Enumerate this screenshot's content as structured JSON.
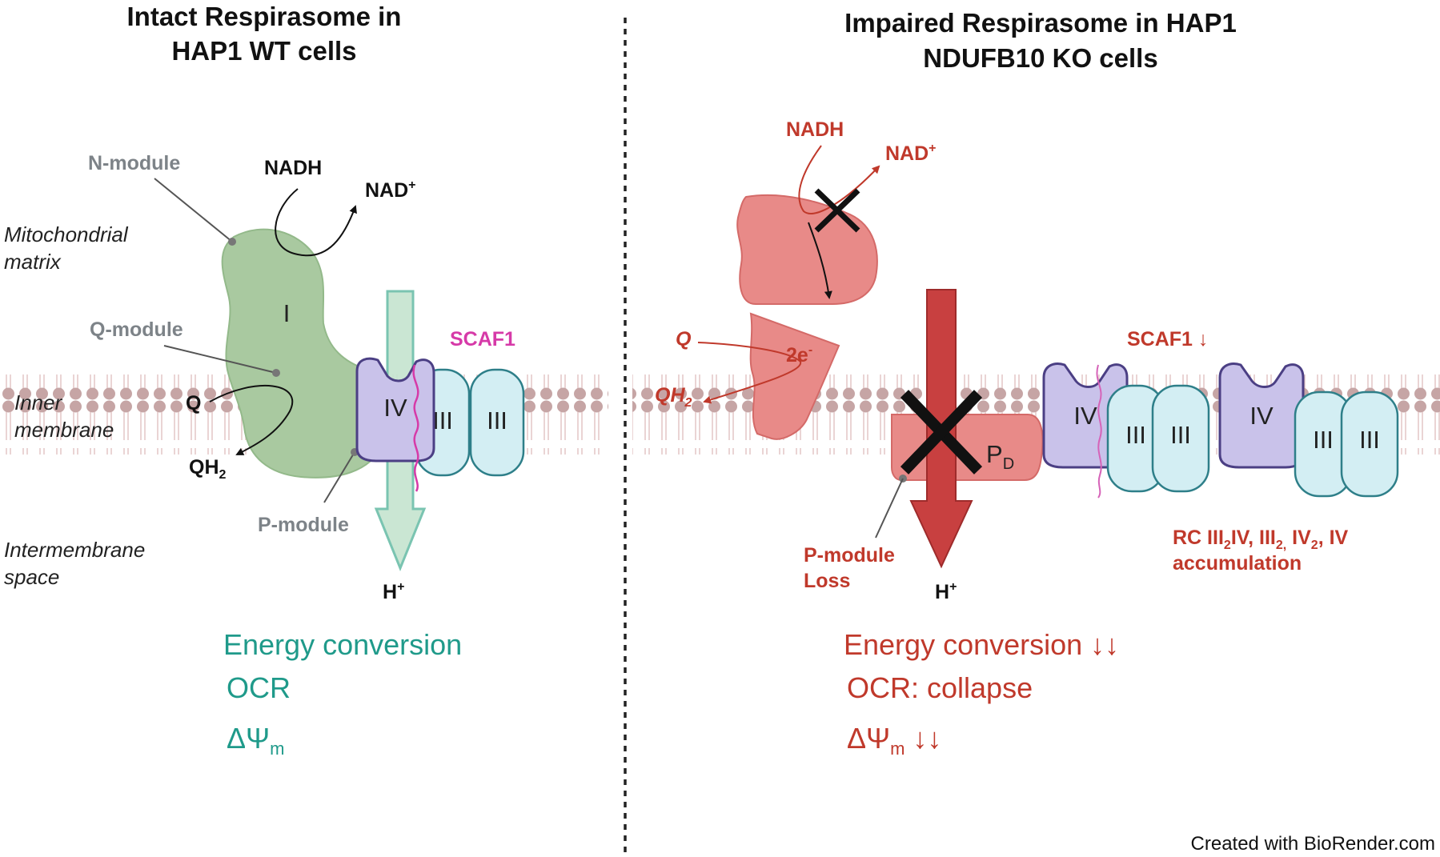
{
  "left": {
    "title_line1": "Intact Respirasome in",
    "title_line2": "HAP1 WT cells",
    "n_module": "N-module",
    "q_module": "Q-module",
    "p_module": "P-module",
    "nadh": "NADH",
    "nad": "NAD",
    "nad_sup": "+",
    "q": "Q",
    "qh": "QH",
    "qh_sub": "2",
    "complex_I": "I",
    "complex_IV": "IV",
    "complex_III_a": "III",
    "complex_III_b": "III",
    "scaf1": "SCAF1",
    "h": "H",
    "h_sup": "+",
    "energy": "Energy conversion",
    "ocr": "OCR",
    "dpsi": "ΔΨ",
    "dpsi_sub": "m"
  },
  "compartments": {
    "matrix_1": "Mitochondrial",
    "matrix_2": "matrix",
    "inner_1": "Inner",
    "inner_2": "membrane",
    "ims_1": "Intermembrane",
    "ims_2": "space"
  },
  "right": {
    "title_line1": "Impaired Respirasome in HAP1",
    "title_line2": "NDUFB10 KO cells",
    "nadh": "NADH",
    "nad": "NAD",
    "nad_sup": "+",
    "q": "Q",
    "qh": "QH",
    "qh_sub": "2",
    "two_e": "2e",
    "two_e_sup": "-",
    "pd": "P",
    "pd_sub": "D",
    "scaf1": "SCAF1 ↓",
    "complex_IV_a": "IV",
    "complex_III_a": "III",
    "complex_III_b": "III",
    "complex_IV_b": "IV",
    "complex_III_c": "III",
    "complex_III_d": "III",
    "p_loss_1": "P-module",
    "p_loss_2": "Loss",
    "h": "H",
    "h_sup": "+",
    "rc_line1_a": "RC III",
    "rc_line1_b": "2",
    "rc_line1_c": "IV, III",
    "rc_line1_d": "2,",
    "rc_line1_e": " IV",
    "rc_line1_f": "2",
    "rc_line1_g": ", IV",
    "rc_line2": "accumulation",
    "energy": "Energy conversion ↓↓",
    "ocr": "OCR: collapse",
    "dpsi": "ΔΨ",
    "dpsi_sub": "m",
    "dpsi_arrows": " ↓↓"
  },
  "credit": "Created with BioRender.com",
  "colors": {
    "teal": "#1f9a8a",
    "red": "#c0392b",
    "magenta": "#d63aa8",
    "complex1_green": "#a9c9a0",
    "complex_red": "#e88a88",
    "iv_purple": "#c9c2ea",
    "iii_blue": "#d3eef3"
  }
}
